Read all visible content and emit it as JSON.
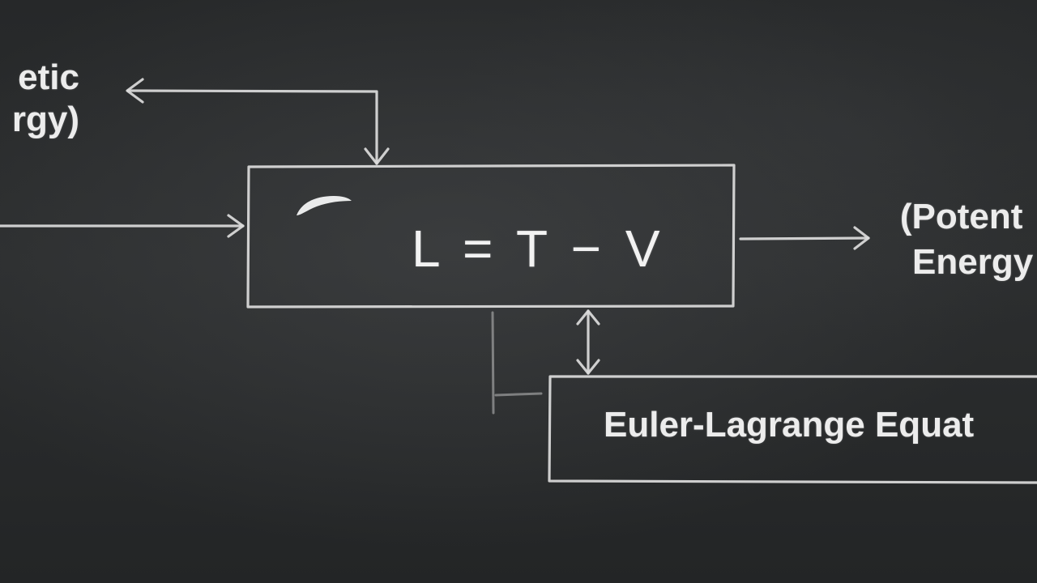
{
  "diagram": {
    "kinetic_label": {
      "line1": "etic",
      "line2": "rgy)"
    },
    "potential_label": {
      "line1": "(Potent",
      "line2": "Energy"
    },
    "main_box": {
      "equation": "L = T − V"
    },
    "euler_box": {
      "label": "Euler-Lagrange Equat"
    }
  },
  "colors": {
    "board": "#242627",
    "chalk": "#dcdcdc",
    "text": "#ececec"
  }
}
